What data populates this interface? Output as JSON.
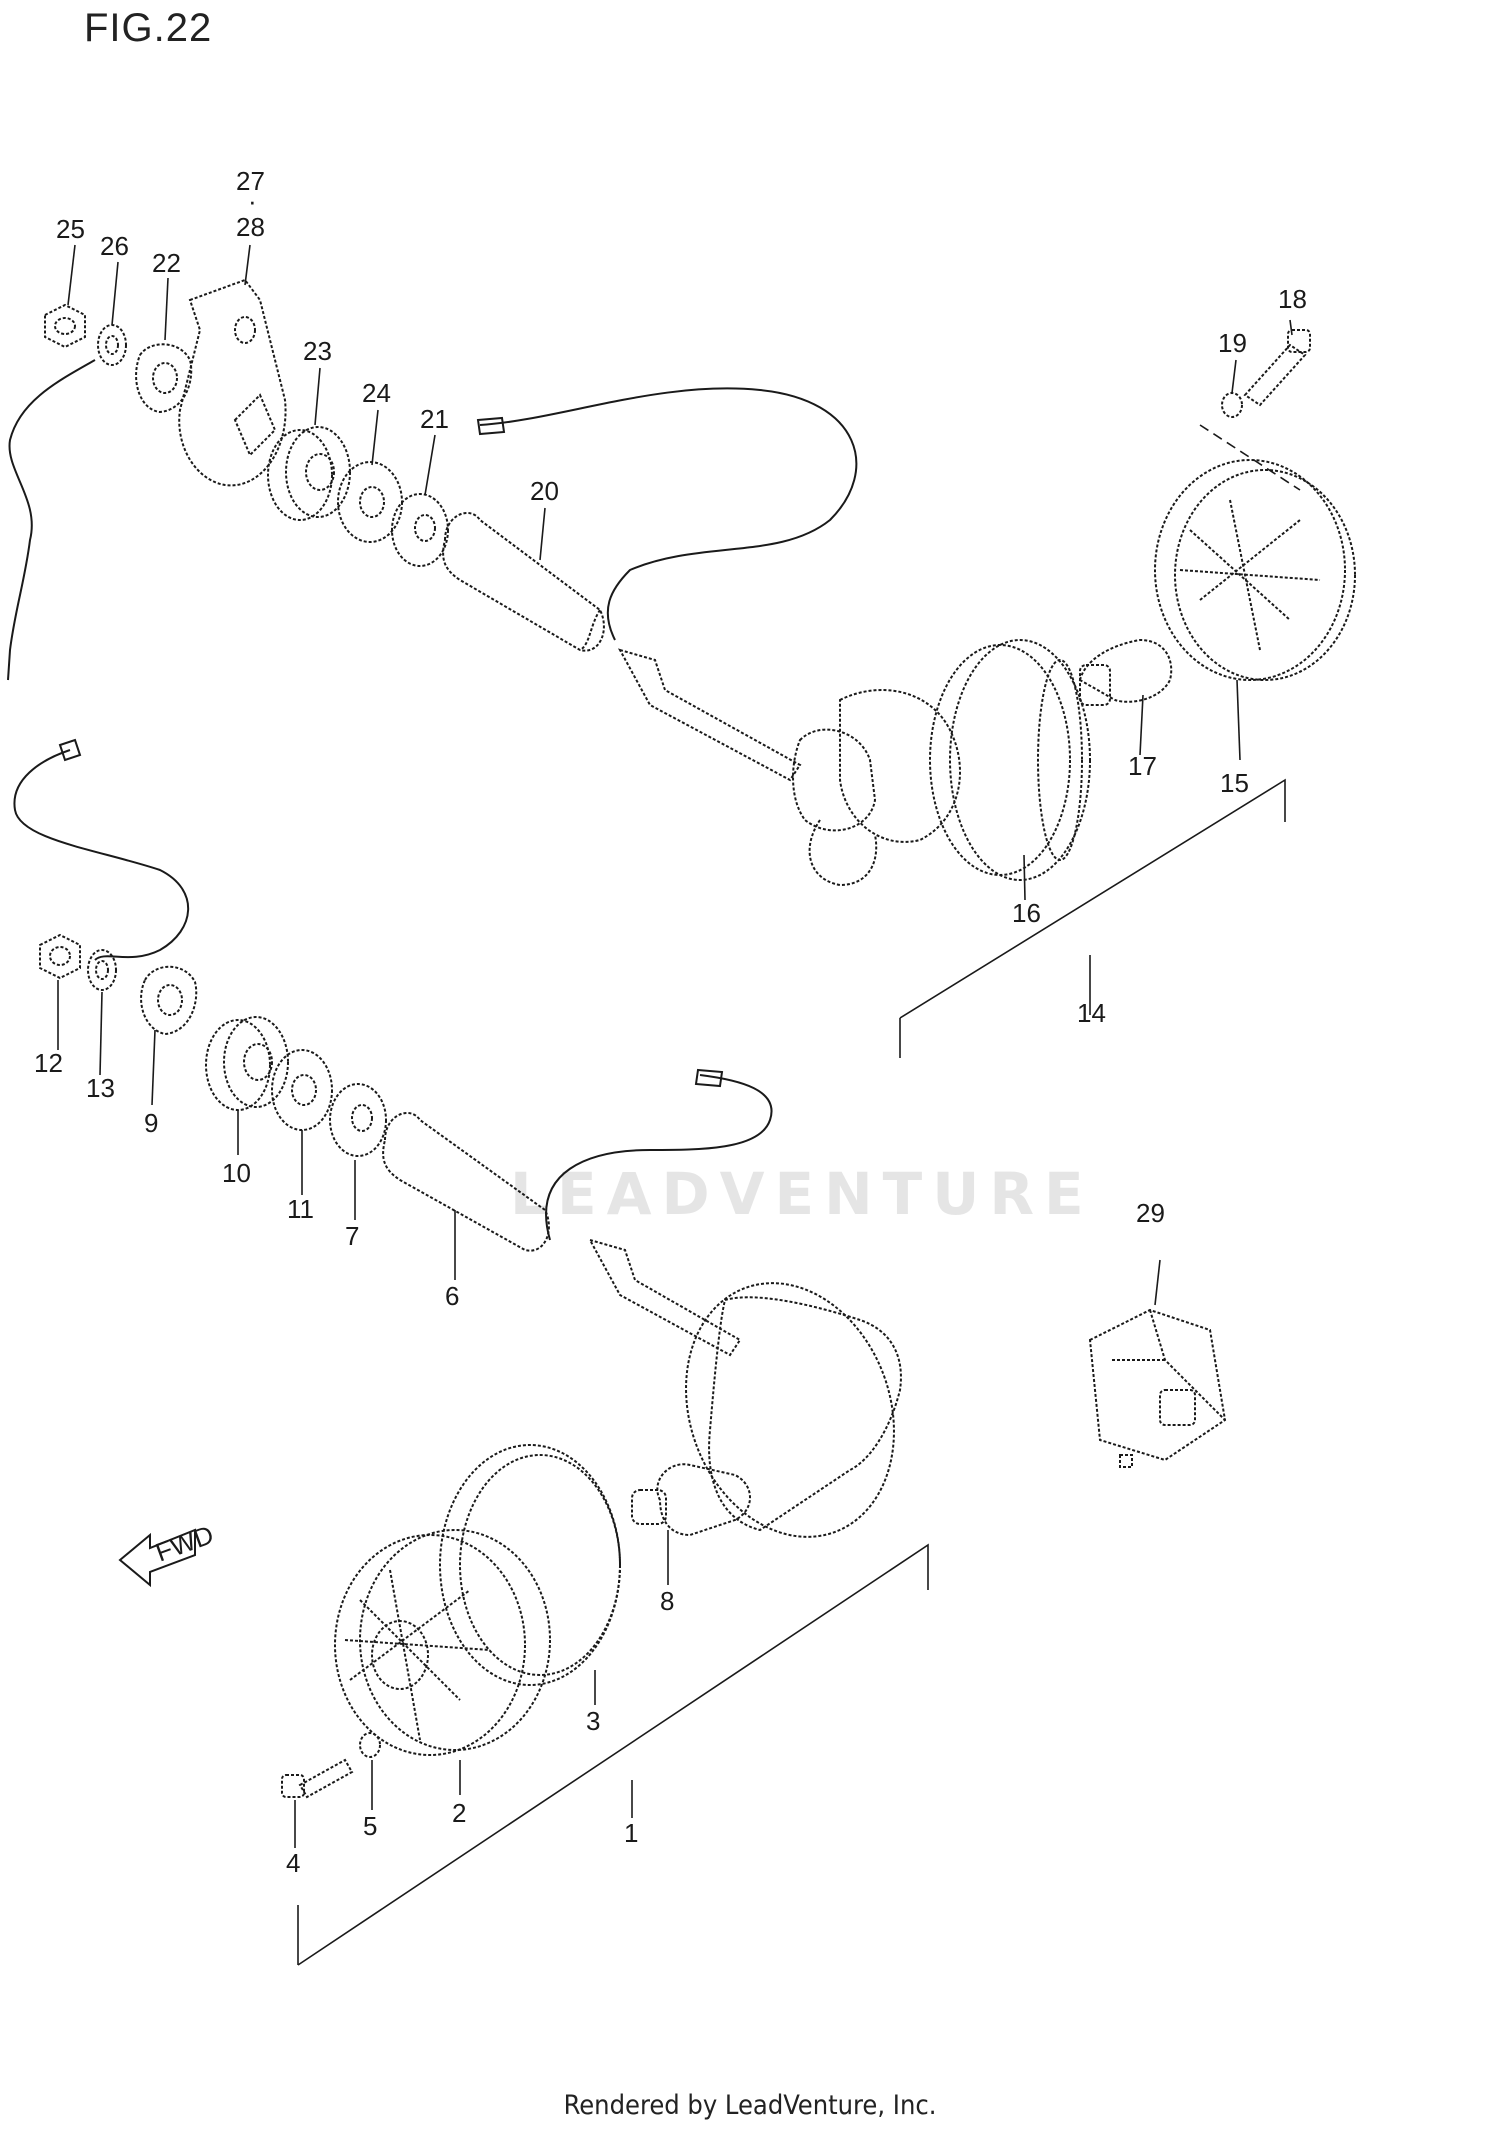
{
  "figure": {
    "title": "FIG.22"
  },
  "footer": {
    "text": "Rendered by LeadVenture, Inc."
  },
  "watermark": {
    "text": "LEADVENTURE"
  },
  "direction_marker": {
    "label": "FWD"
  },
  "callouts": {
    "c1": "1",
    "c2": "2",
    "c3": "3",
    "c4": "4",
    "c5": "5",
    "c6": "6",
    "c7": "7",
    "c8": "8",
    "c9": "9",
    "c10": "10",
    "c11": "11",
    "c12": "12",
    "c13": "13",
    "c14": "14",
    "c15": "15",
    "c16": "16",
    "c17": "17",
    "c18": "18",
    "c19": "19",
    "c20": "20",
    "c21": "21",
    "c22": "22",
    "c23": "23",
    "c24": "24",
    "c25": "25",
    "c26": "26",
    "c27": "27",
    "c28": "28",
    "c29": "29"
  }
}
